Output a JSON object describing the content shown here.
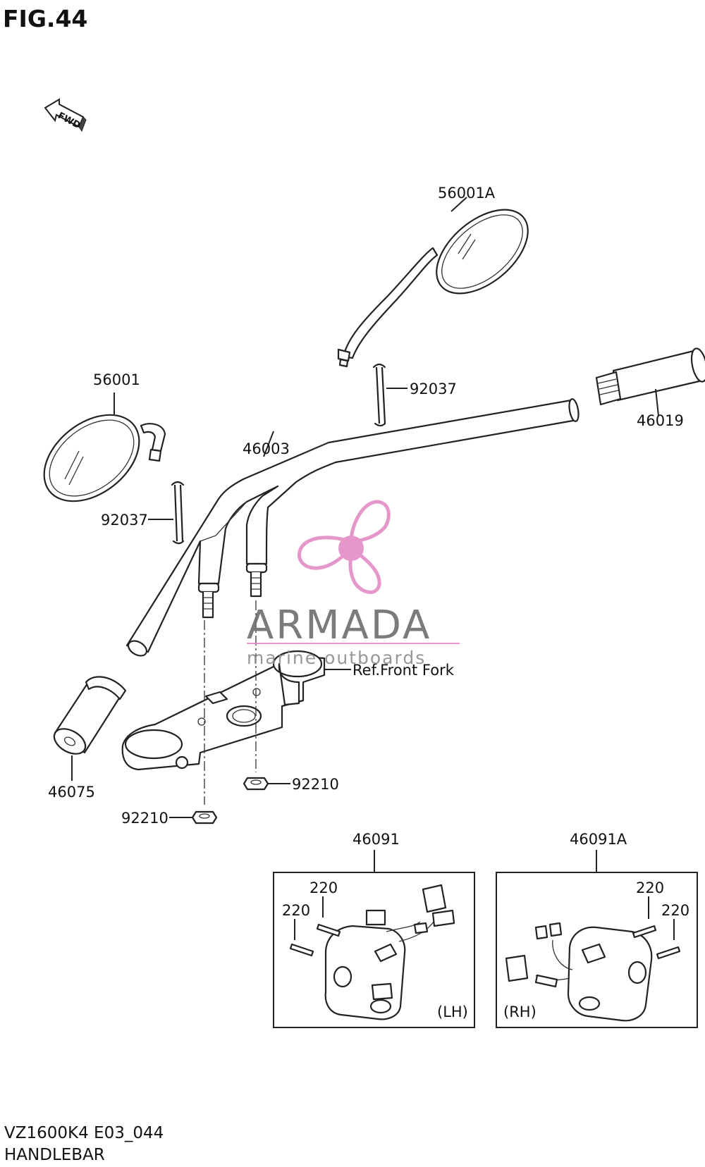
{
  "figure": {
    "title": "FIG.44",
    "fwd_label": "FWD"
  },
  "callouts": {
    "mirror_right": "56001A",
    "mirror_left": "56001",
    "clamp_upper": "92037",
    "clamp_lower": "92037",
    "handlebar": "46003",
    "grip_right": "46019",
    "grip_left": "46075",
    "ref_fork": "Ref.Front Fork",
    "nut_right": "92210",
    "nut_left": "92210",
    "switch_lh": "46091",
    "switch_rh": "46091A",
    "screw_lh_a": "220",
    "screw_lh_b": "220",
    "screw_rh_a": "220",
    "screw_rh_b": "220",
    "lh_tag": "(LH)",
    "rh_tag": "(RH)"
  },
  "watermark": {
    "brand": "ARMADA",
    "tagline": "marine outboards",
    "color": "#e38bc6"
  },
  "footer": {
    "model_code": "VZ1600K4 E03_044",
    "section_name": "HANDLEBAR"
  }
}
